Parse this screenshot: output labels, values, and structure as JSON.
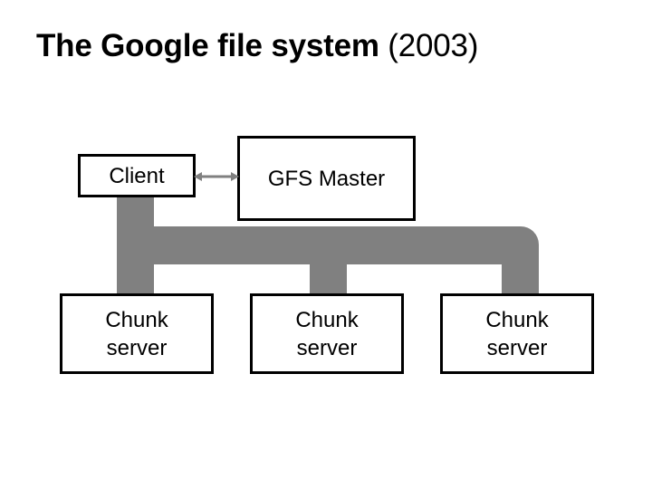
{
  "slide": {
    "title_main": "The Google file system",
    "title_year": " (2003)",
    "background_color": "#ffffff",
    "text_color": "#000000"
  },
  "diagram": {
    "type": "architecture-block-diagram",
    "connector_color": "#808080",
    "box_border_color": "#000000",
    "box_fill_color": "#ffffff",
    "nodes": [
      {
        "id": "client",
        "label": "Client"
      },
      {
        "id": "gfs-master",
        "label": "GFS Master"
      },
      {
        "id": "chunk-0",
        "label": "Chunk\nserver"
      },
      {
        "id": "chunk-1",
        "label": "Chunk\nserver"
      },
      {
        "id": "chunk-2",
        "label": "Chunk\nserver"
      }
    ],
    "connectors": [
      {
        "id": "client-master-arrow",
        "from": "client",
        "to": "gfs-master",
        "style": "double-headed-arrow",
        "color": "#808080"
      },
      {
        "id": "client-chunk-bus",
        "from": "client",
        "to": "chunk-0,chunk-1,chunk-2",
        "style": "thick-bus",
        "color": "#808080"
      }
    ]
  }
}
